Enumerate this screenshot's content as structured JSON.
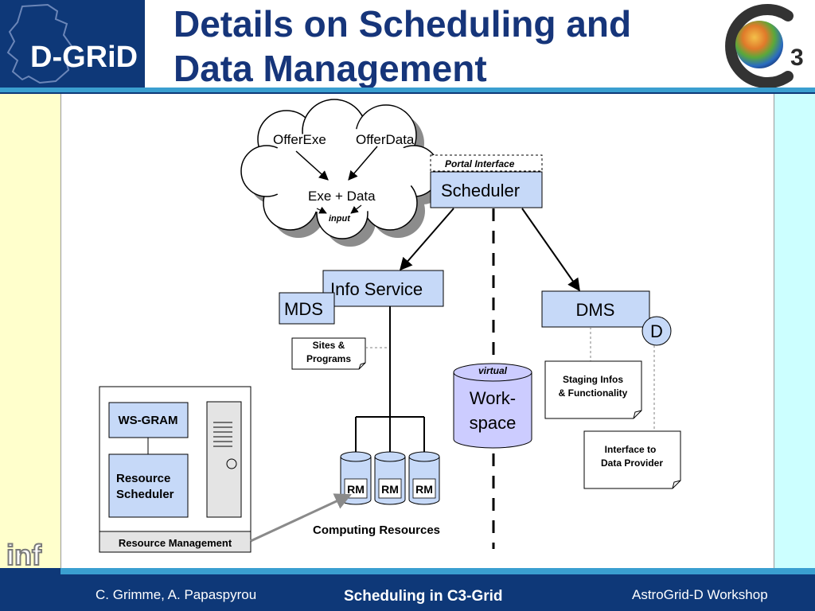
{
  "slide": {
    "title_line1": "Details on Scheduling and",
    "title_line2": "Data Management",
    "logos": {
      "left": "D-GRiD",
      "right": "C3",
      "bottom_left": "inf"
    }
  },
  "footer": {
    "left": "C. Grimme, A. Papaspyrou",
    "center": "Scheduling in C3-Grid",
    "right": "AstroGrid-D Workshop"
  },
  "diagram": {
    "cloud": {
      "offer_exe": "OfferExe",
      "offer_data": "OfferData",
      "exe_data": "Exe + Data",
      "input": "input"
    },
    "portal_interface": "Portal Interface",
    "scheduler": "Scheduler",
    "info_service": "Info Service",
    "mds": "MDS",
    "dms": "DMS",
    "dms_badge": "D",
    "sites_programs": [
      "Sites &",
      "Programs"
    ],
    "workspace": {
      "tag": "virtual",
      "line1": "Work-",
      "line2": "space"
    },
    "staging": [
      "Staging Infos",
      "& Functionality"
    ],
    "interface": [
      "Interface to",
      "Data Provider"
    ],
    "ws_gram": "WS-GRAM",
    "resource_scheduler": [
      "Resource",
      "Scheduler"
    ],
    "resource_management": "Resource Management",
    "rm_label": "RM",
    "computing_resources": "Computing Resources"
  },
  "colors": {
    "navy": "#0e3878",
    "title_blue": "#16357a",
    "box_fill": "#c6d9f8",
    "workspace_fill": "#ccccff",
    "left_panel": "#ffffcc",
    "right_panel": "#ccffff"
  }
}
